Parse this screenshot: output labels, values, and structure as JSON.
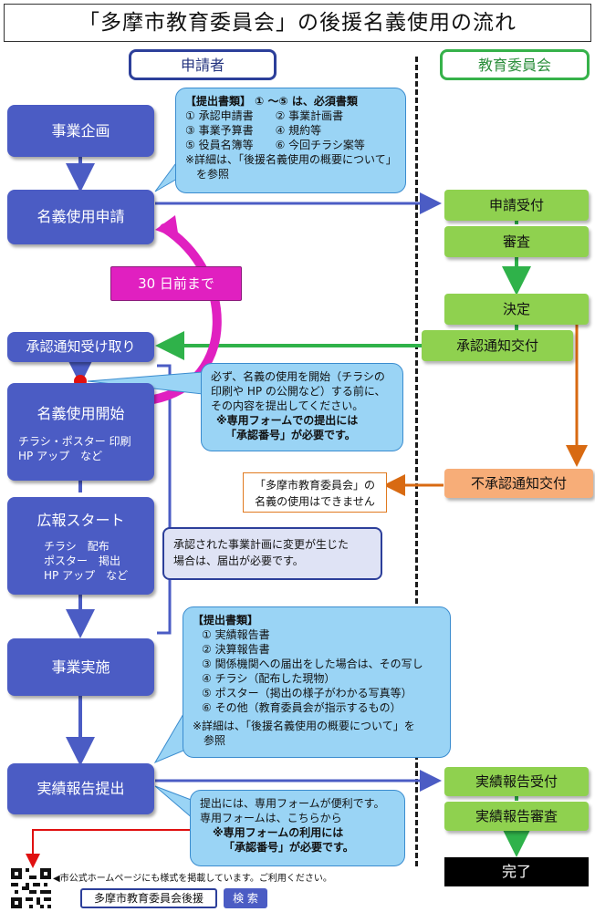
{
  "title": "「多摩市教育委員会」の後援名義使用の流れ",
  "headers": {
    "applicant": "申請者",
    "board": "教育委員会"
  },
  "applicant_steps": {
    "planning": "事業企画",
    "apply": "名義使用申請",
    "receive_approval": "承認通知受け取り",
    "start_use": {
      "label": "名義使用開始",
      "sub": [
        "チラシ・ポスター 印刷",
        "HP アップ　など"
      ]
    },
    "promo": {
      "label": "広報スタート",
      "sub": [
        "チラシ　配布",
        "ポスター　掲出",
        "HP アップ　など"
      ]
    },
    "execute": "事業実施",
    "report": "実績報告提出"
  },
  "board_steps": {
    "receive": "申請受付",
    "review": "審査",
    "decide": "決定",
    "approve_notice": "承認通知交付",
    "reject_notice": "不承認通知交付",
    "report_receive": "実績報告受付",
    "report_review": "実績報告審査",
    "complete": "完了"
  },
  "deadline": "30 日前まで",
  "callout_docs1": {
    "lines": [
      "【提出書類】 ① ～⑤ は、必須書類",
      "①  承認申請書　　②  事業計画書",
      "③  事業予算書　　④  規約等",
      "⑤  役員名簿等　　⑥  今回チラシ案等",
      "※詳細は、「後援名義使用の概要について」",
      "　を参照"
    ]
  },
  "callout_start": {
    "lines": [
      "必ず、名義の使用を開始（チラシの",
      "印刷や HP の公開など）する前に、",
      "その内容を提出してください。",
      "※専用フォームでの提出には",
      "「承認番号」が必要です。"
    ]
  },
  "note_change": {
    "lines": [
      "承認された事業計画に変更が生じた",
      "場合は、届出が必要です。"
    ]
  },
  "callout_docs2": {
    "lines": [
      "【提出書類】",
      "①  実績報告書",
      "②  決算報告書",
      "③  関係機関への届出をした場合は、その写し",
      "④  チラシ（配布した現物）",
      "⑤  ポスター（掲出の様子がわかる写真等）",
      "⑥  その他（教育委員会が指示するもの）",
      "※詳細は、「後援名義使用の概要について」を",
      "　参照"
    ]
  },
  "callout_form": {
    "lines": [
      "提出には、専用フォームが便利です。",
      "専用フォームは、こちらから",
      "※専用フォームの利用には",
      "「承認番号」が必要です。"
    ]
  },
  "reject_note": {
    "lines": [
      "「多摩市教育委員会」の",
      "名義の使用はできません"
    ]
  },
  "footer": {
    "note": "◀市公式ホームページにも様式を掲載しています。ご利用ください。",
    "search_term": "多摩市教育委員会後援",
    "search_button": "検 索"
  },
  "colors": {
    "applicant_box": "#4b5cc4",
    "board_box": "#8fd14f",
    "reject": "#f7ad78",
    "callout": "#9ad4f5",
    "deadline": "#e020c0"
  }
}
